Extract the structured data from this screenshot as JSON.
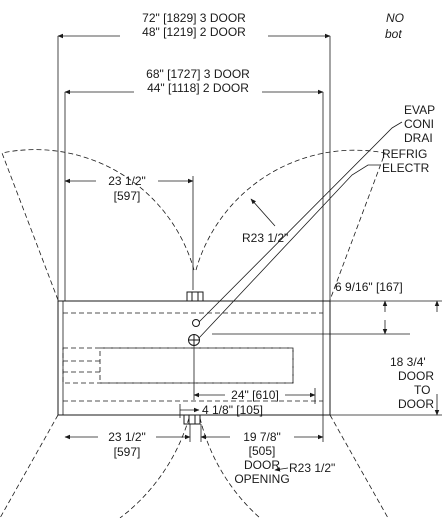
{
  "note": {
    "line1": "NO",
    "line2": "bot"
  },
  "dims": {
    "outer_3door": "72\" [1829] 3 DOOR",
    "outer_2door": "48\" [1219] 2 DOOR",
    "inner_3door": "68\" [1727] 3 DOOR",
    "inner_2door": "44\" [1118] 2 DOOR",
    "left_top_a": "23 1/2\"",
    "left_top_b": "[597]",
    "left_bot_a": "23 1/2\"",
    "left_bot_b": "[597]",
    "radius_top": "R23 1/2\"",
    "radius_bot": "R23 1/2\"",
    "side_offset": "6 9/16\" [167]",
    "depth_a": "18 3/4'",
    "depth_b": "DOOR",
    "depth_c": "TO",
    "depth_d": "DOOR",
    "width_24": "24\" [610]",
    "hinge_offset": "4 1/8\" [105]",
    "door_opening_a": "19 7/8\"",
    "door_opening_b": "[505]",
    "door_opening_c": "DOOR",
    "door_opening_d": "OPENING"
  },
  "callouts": {
    "evap_1": "EVAP",
    "evap_2": "CONI",
    "evap_3": "DRAI",
    "refrig_1": "REFRIG",
    "refrig_2": "ELECTR"
  }
}
